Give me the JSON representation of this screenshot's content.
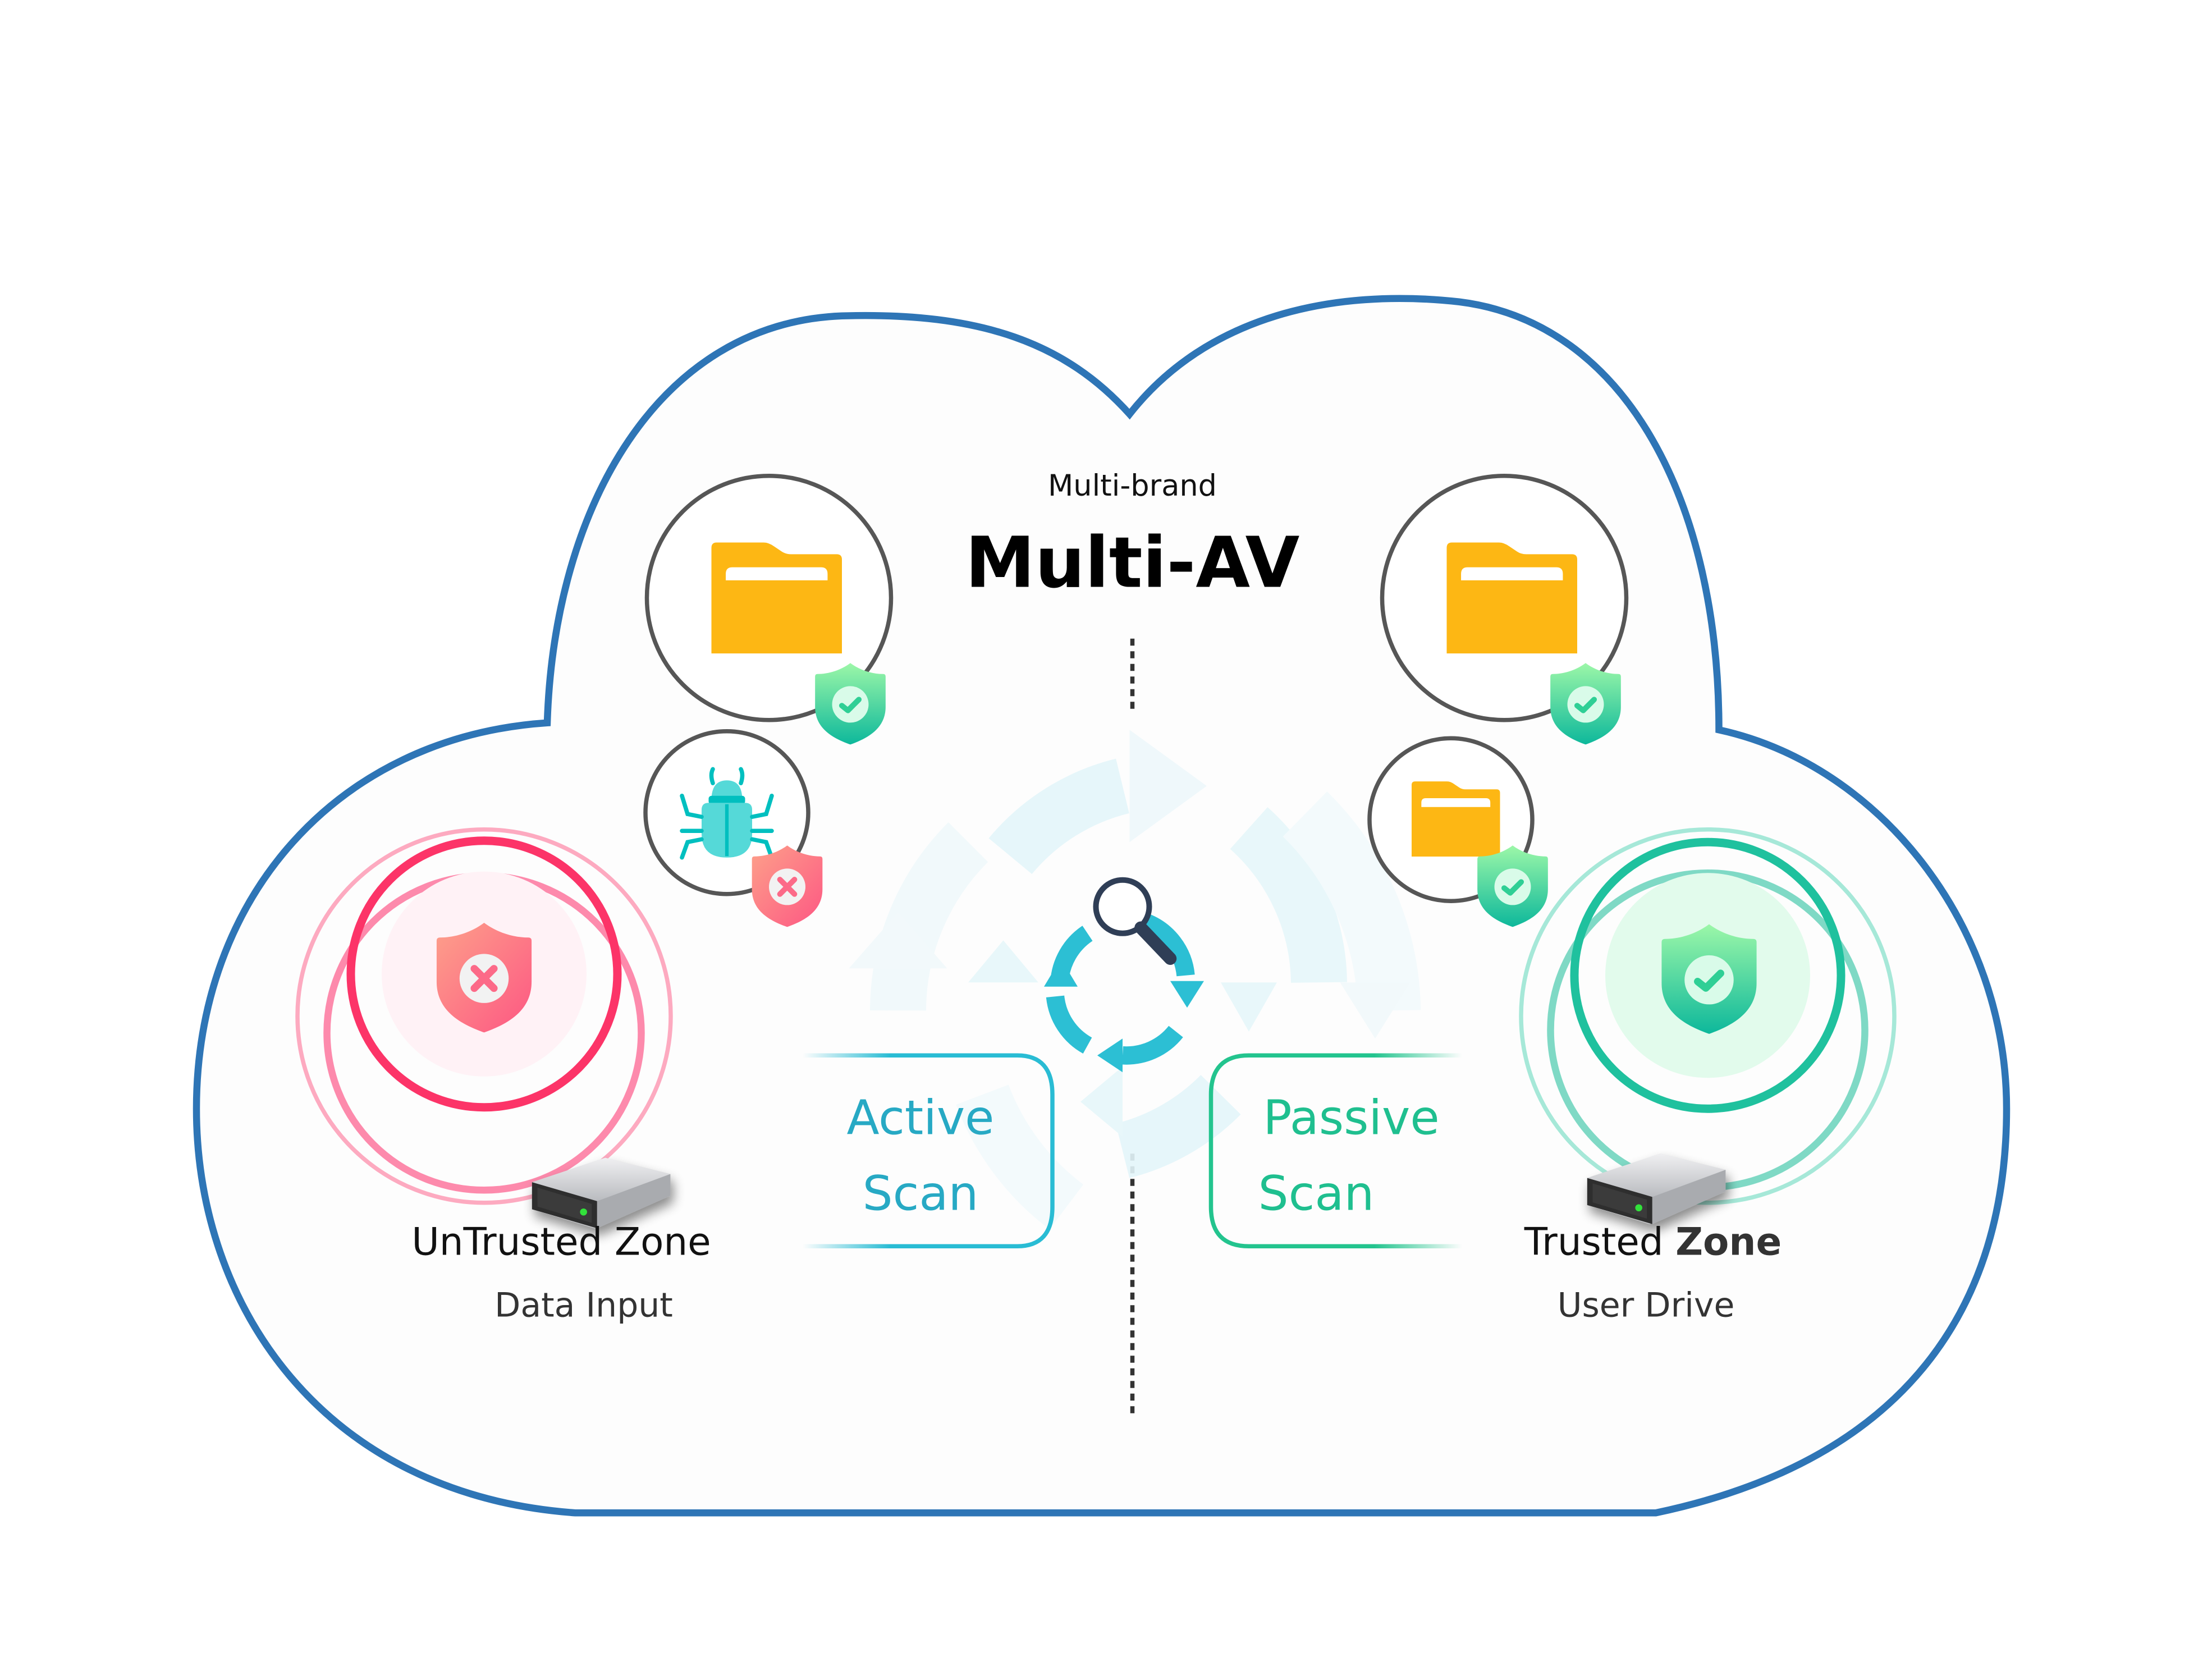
{
  "header": {
    "subtitle": "Multi-brand",
    "title": "Multi-AV"
  },
  "zones": {
    "untrusted": {
      "title": "UnTrusted Zone",
      "subtitle": "Data Input",
      "status_icon": "shield-x-icon",
      "ring_color": "#fc3468"
    },
    "trusted": {
      "title_part1": "Trusted",
      "title_part2": "Zone",
      "subtitle": "User Drive",
      "status_icon": "shield-check-icon",
      "ring_color": "#1fc19e"
    }
  },
  "scan_modes": {
    "active": {
      "line1": "Active",
      "line2": "Scan",
      "color": "#29bcd4"
    },
    "passive": {
      "line1": "Passive",
      "line2": "Scan",
      "color": "#23c48e"
    }
  },
  "items": {
    "left": [
      {
        "icon": "folder-icon",
        "badge": "shield-check-icon"
      },
      {
        "icon": "bug-icon",
        "badge": "shield-x-icon"
      }
    ],
    "right": [
      {
        "icon": "folder-icon",
        "badge": "shield-check-icon"
      },
      {
        "icon": "folder-icon",
        "badge": "shield-check-icon"
      }
    ]
  },
  "center_icon": "scan-cycle-magnifier-icon",
  "colors": {
    "cloud_outline": "#2e75b6",
    "folder": "#fdb714",
    "bug": "#55d9d8",
    "item_ring": "#565656"
  }
}
